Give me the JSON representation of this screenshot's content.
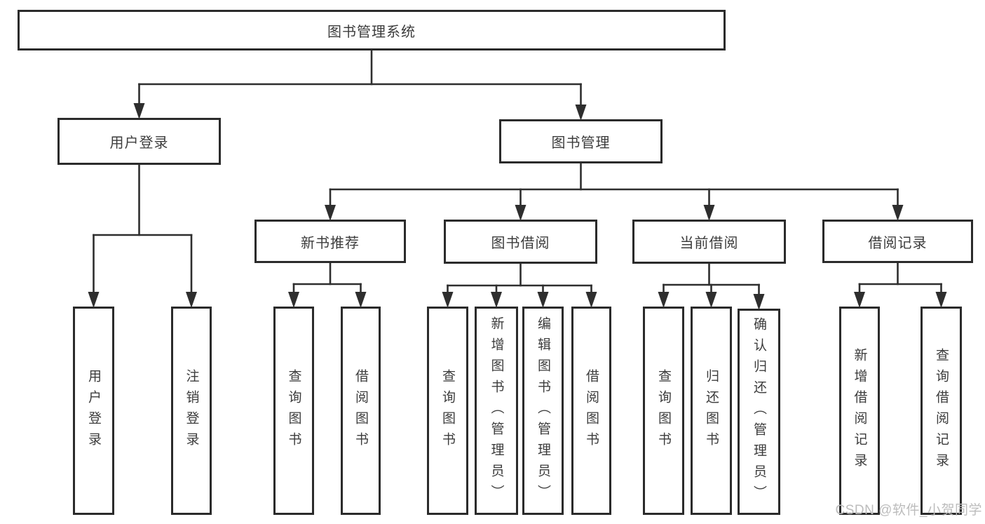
{
  "diagram": {
    "watermark": "CSDN @软件_小贺同学",
    "colors": {
      "line": "#2e2e2e",
      "box_border": "#2b2b2b",
      "box_fill": "#ffffff",
      "text": "#3c3c3c",
      "watermark": "#bcbcbc"
    },
    "nodes": [
      {
        "id": "root",
        "label": "图书管理系统"
      },
      {
        "id": "user-login",
        "label": "用户登录"
      },
      {
        "id": "book-mgmt",
        "label": "图书管理"
      },
      {
        "id": "new-book-rec",
        "label": "新书推荐"
      },
      {
        "id": "book-borrow",
        "label": "图书借阅"
      },
      {
        "id": "current-borrow",
        "label": "当前借阅"
      },
      {
        "id": "borrow-records",
        "label": "借阅记录"
      },
      {
        "id": "leaf-user-login",
        "label": "用户登录"
      },
      {
        "id": "leaf-logout",
        "label": "注销登录"
      },
      {
        "id": "leaf-rec-query",
        "label": "查询图书"
      },
      {
        "id": "leaf-rec-borrow",
        "label": "借阅图书"
      },
      {
        "id": "leaf-bb-query",
        "label": "查询图书"
      },
      {
        "id": "leaf-bb-add",
        "label": "新增图书（管理员）"
      },
      {
        "id": "leaf-bb-edit",
        "label": "编辑图书（管理员）"
      },
      {
        "id": "leaf-bb-borrow",
        "label": "借阅图书"
      },
      {
        "id": "leaf-cb-query",
        "label": "查询图书"
      },
      {
        "id": "leaf-cb-return",
        "label": "归还图书"
      },
      {
        "id": "leaf-cb-confirm",
        "label": "确认归还（管理员）"
      },
      {
        "id": "leaf-br-add",
        "label": "新增借阅记录"
      },
      {
        "id": "leaf-br-query",
        "label": "查询借阅记录"
      }
    ],
    "edges": [
      [
        "root",
        "user-login"
      ],
      [
        "root",
        "book-mgmt"
      ],
      [
        "user-login",
        "leaf-user-login"
      ],
      [
        "user-login",
        "leaf-logout"
      ],
      [
        "book-mgmt",
        "new-book-rec"
      ],
      [
        "book-mgmt",
        "book-borrow"
      ],
      [
        "book-mgmt",
        "current-borrow"
      ],
      [
        "book-mgmt",
        "borrow-records"
      ],
      [
        "new-book-rec",
        "leaf-rec-query"
      ],
      [
        "new-book-rec",
        "leaf-rec-borrow"
      ],
      [
        "book-borrow",
        "leaf-bb-query"
      ],
      [
        "book-borrow",
        "leaf-bb-add"
      ],
      [
        "book-borrow",
        "leaf-bb-edit"
      ],
      [
        "book-borrow",
        "leaf-bb-borrow"
      ],
      [
        "current-borrow",
        "leaf-cb-query"
      ],
      [
        "current-borrow",
        "leaf-cb-return"
      ],
      [
        "current-borrow",
        "leaf-cb-confirm"
      ],
      [
        "borrow-records",
        "leaf-br-add"
      ],
      [
        "borrow-records",
        "leaf-br-query"
      ]
    ]
  }
}
